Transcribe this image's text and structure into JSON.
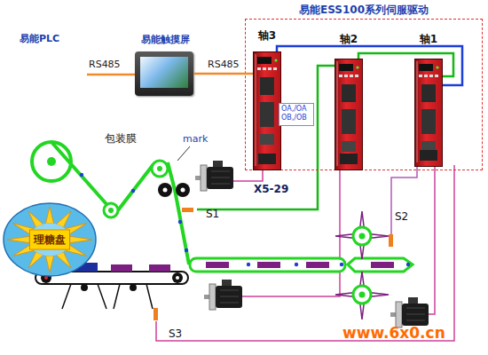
{
  "diagram": {
    "nodes": [
      {
        "text": [
          "易能触摸屏"
        ]
      },
      {
        "text": [
          "易能ESS100系列伺服驱动"
        ]
      },
      {
        "text": [
          "轴3"
        ],
        "in": 1
      },
      {
        "text": [
          "OA,/OA OB,/OB"
        ],
        "in": 2
      },
      {
        "text": [
          "轴2"
        ],
        "in": 1
      },
      {
        "text": [
          "轴1"
        ],
        "in": 1
      },
      {
        "text": [
          "理糖盘"
        ]
      }
    ],
    "edges": [
      {
        "from": 0,
        "to": 2,
        "arrow": "none",
        "label": "RS485"
      },
      {
        "from": 2,
        "to": 5,
        "arrow": "none"
      },
      {
        "from": 4,
        "to": 5,
        "arrow": "none"
      }
    ],
    "labels": [
      "易能PLC",
      "RS485",
      "包装膜",
      "mark",
      "X5-29",
      "S1",
      "S2",
      "S3",
      "www.6x0.cn"
    ]
  }
}
